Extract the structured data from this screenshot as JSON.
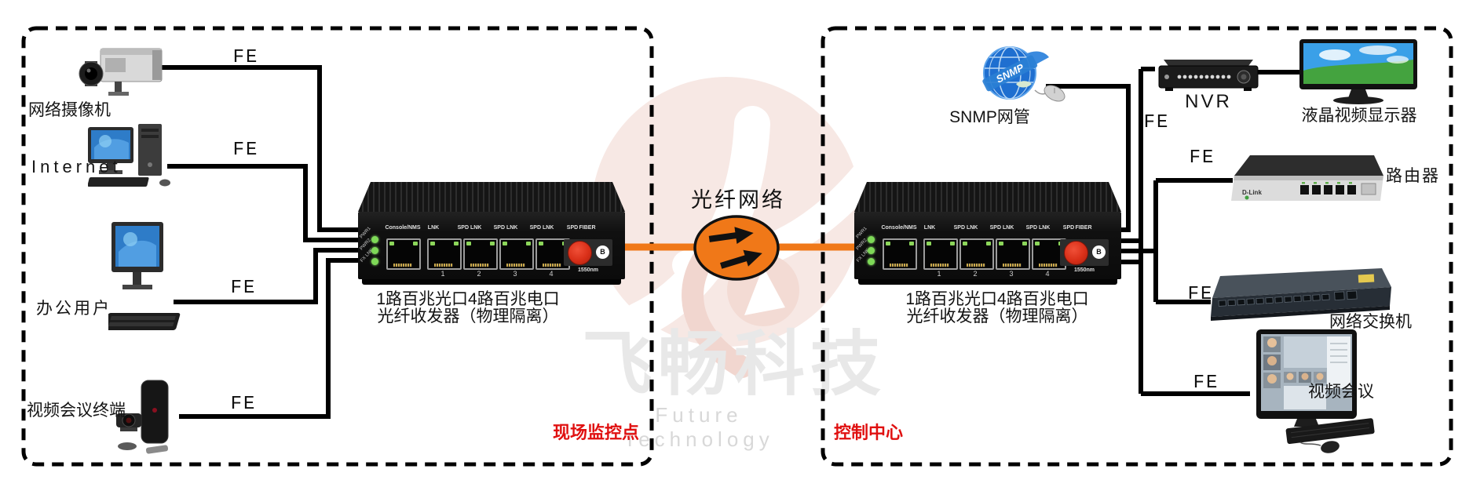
{
  "watermark": {
    "brand": "飞畅科技",
    "subtitle": "Future Technology"
  },
  "fiber_link": {
    "label": "光纤网络"
  },
  "left_zone": {
    "label": "现场监控点",
    "devices": [
      {
        "name": "network-camera",
        "label": "网络摄像机",
        "link": "FE"
      },
      {
        "name": "internet-pc",
        "label": "Internet",
        "link": "FE"
      },
      {
        "name": "office-user-pc",
        "label": "办公用户",
        "link": "FE"
      },
      {
        "name": "video-conference-terminal",
        "label": "视频会议终端",
        "link": "FE"
      }
    ],
    "transceiver_caption": [
      "1路百兆光口4路百兆电口",
      "光纤收发器（物理隔离）"
    ]
  },
  "right_zone": {
    "label": "控制中心",
    "devices": [
      {
        "name": "snmp-nms",
        "label": "SNMP网管",
        "badge": "SNMP"
      },
      {
        "name": "nvr",
        "label": "NVR",
        "link": "FE"
      },
      {
        "name": "lcd-display",
        "label": "液晶视频显示器"
      },
      {
        "name": "router",
        "label": "路由器",
        "link": "FE",
        "badge": "D-Link"
      },
      {
        "name": "network-switch",
        "label": "网络交换机",
        "link": "FE"
      },
      {
        "name": "video-conference-pc",
        "label": "视频会议",
        "link": "FE"
      }
    ],
    "transceiver_caption": [
      "1路百兆光口4路百兆电口",
      "光纤收发器（物理隔离）"
    ]
  },
  "transceiver_panel": {
    "console_label": "Console/NMS",
    "port_labels": [
      "LNK",
      "SPD LNK",
      "SPD LNK",
      "SPD LNK",
      "SPD"
    ],
    "port_numbers": [
      "1",
      "2",
      "3",
      "4"
    ],
    "led_labels": [
      "PWR1",
      "PWR2",
      "FX LNK"
    ],
    "fiber_label": "FIBER",
    "fiber_port_type": "B",
    "wavelength": "1550nm"
  },
  "colors": {
    "fiber_orange": "#F07818",
    "cable_black": "#000000",
    "zone_label_red": "#E01010",
    "led_green": "#7ED957"
  }
}
